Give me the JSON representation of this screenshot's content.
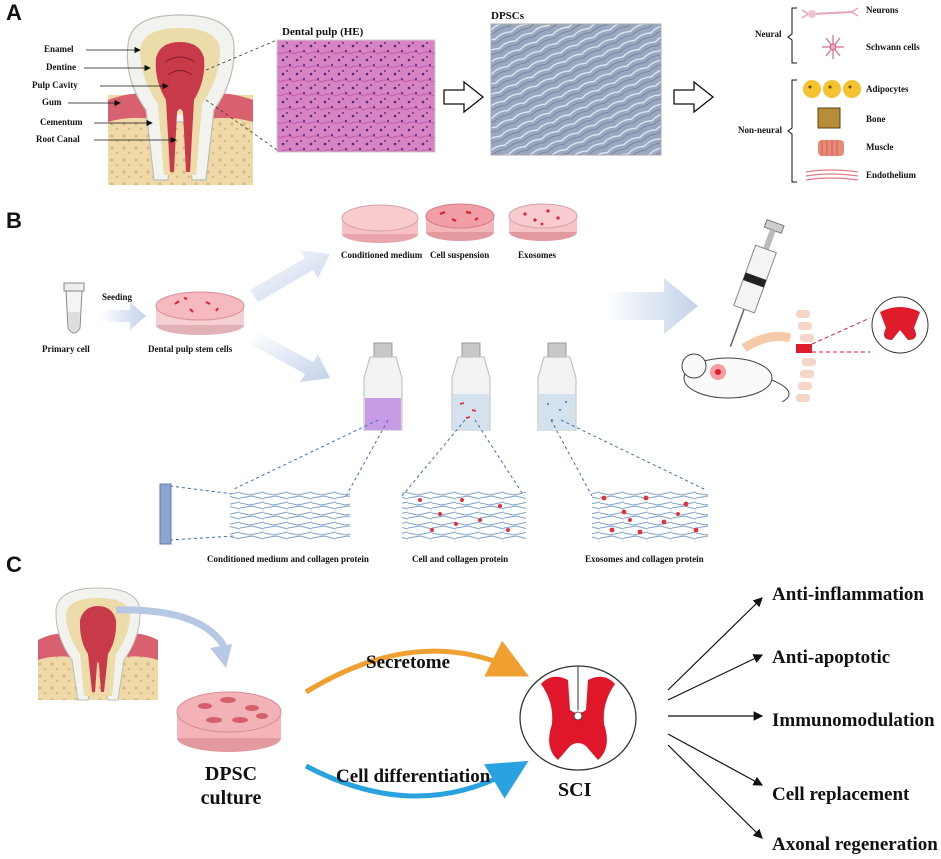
{
  "panels": {
    "a": "A",
    "b": "B",
    "c": "C"
  },
  "panel_a": {
    "tooth_labels": [
      "Enamel",
      "Dentine",
      "Pulp Cavity",
      "Gum",
      "Cementum",
      "Root Canal"
    ],
    "histology_title": "Dental pulp (HE)",
    "culture_title": "DPSCs",
    "neural_group": "Neural",
    "non_neural_group": "Non-neural",
    "neural_cells": [
      "Neurons",
      "Schwann cells"
    ],
    "non_neural_cells": [
      "Adipocytes",
      "Bone",
      "Muscle",
      "Endothelium"
    ],
    "colors": {
      "he_pink": "#c05aa8",
      "dpsc_gray": "#8e9cb4",
      "pulp_red": "#c8394a",
      "gum_pink": "#d9606e",
      "bone_tan": "#ebd3a0"
    }
  },
  "panel_b": {
    "primary_cell": "Primary cell",
    "seeding": "Seeding",
    "dpsc": "Dental pulp stem cells",
    "dishes": [
      "Conditioned medium",
      "Cell suspension",
      "Exosomes"
    ],
    "scaffolds": [
      "Conditioned medium and collagen protein",
      "Cell and collagen protein",
      "Exosomes and collagen protein"
    ],
    "colors": {
      "arrow_blue": "#c9d6ea",
      "cm_purple": "#c79be6",
      "vial_blue": "#d4e2ee",
      "fiber_blue": "#7da3c8",
      "cell_red": "#e8303a",
      "lesion_red": "#e01b2c"
    }
  },
  "panel_c": {
    "dpsc_culture": [
      "DPSC",
      "culture"
    ],
    "secretome": "Secretome",
    "differentiation": "Cell differentiation",
    "sci": "SCI",
    "outcomes": [
      "Anti-inflammation",
      "Anti-apoptotic",
      "Immunomodulation",
      "Cell replacement",
      "Axonal regeneration"
    ],
    "colors": {
      "secretome_orange": "#f0a030",
      "diff_blue": "#29a3e0",
      "gray_matter_red": "#e0162a"
    }
  }
}
